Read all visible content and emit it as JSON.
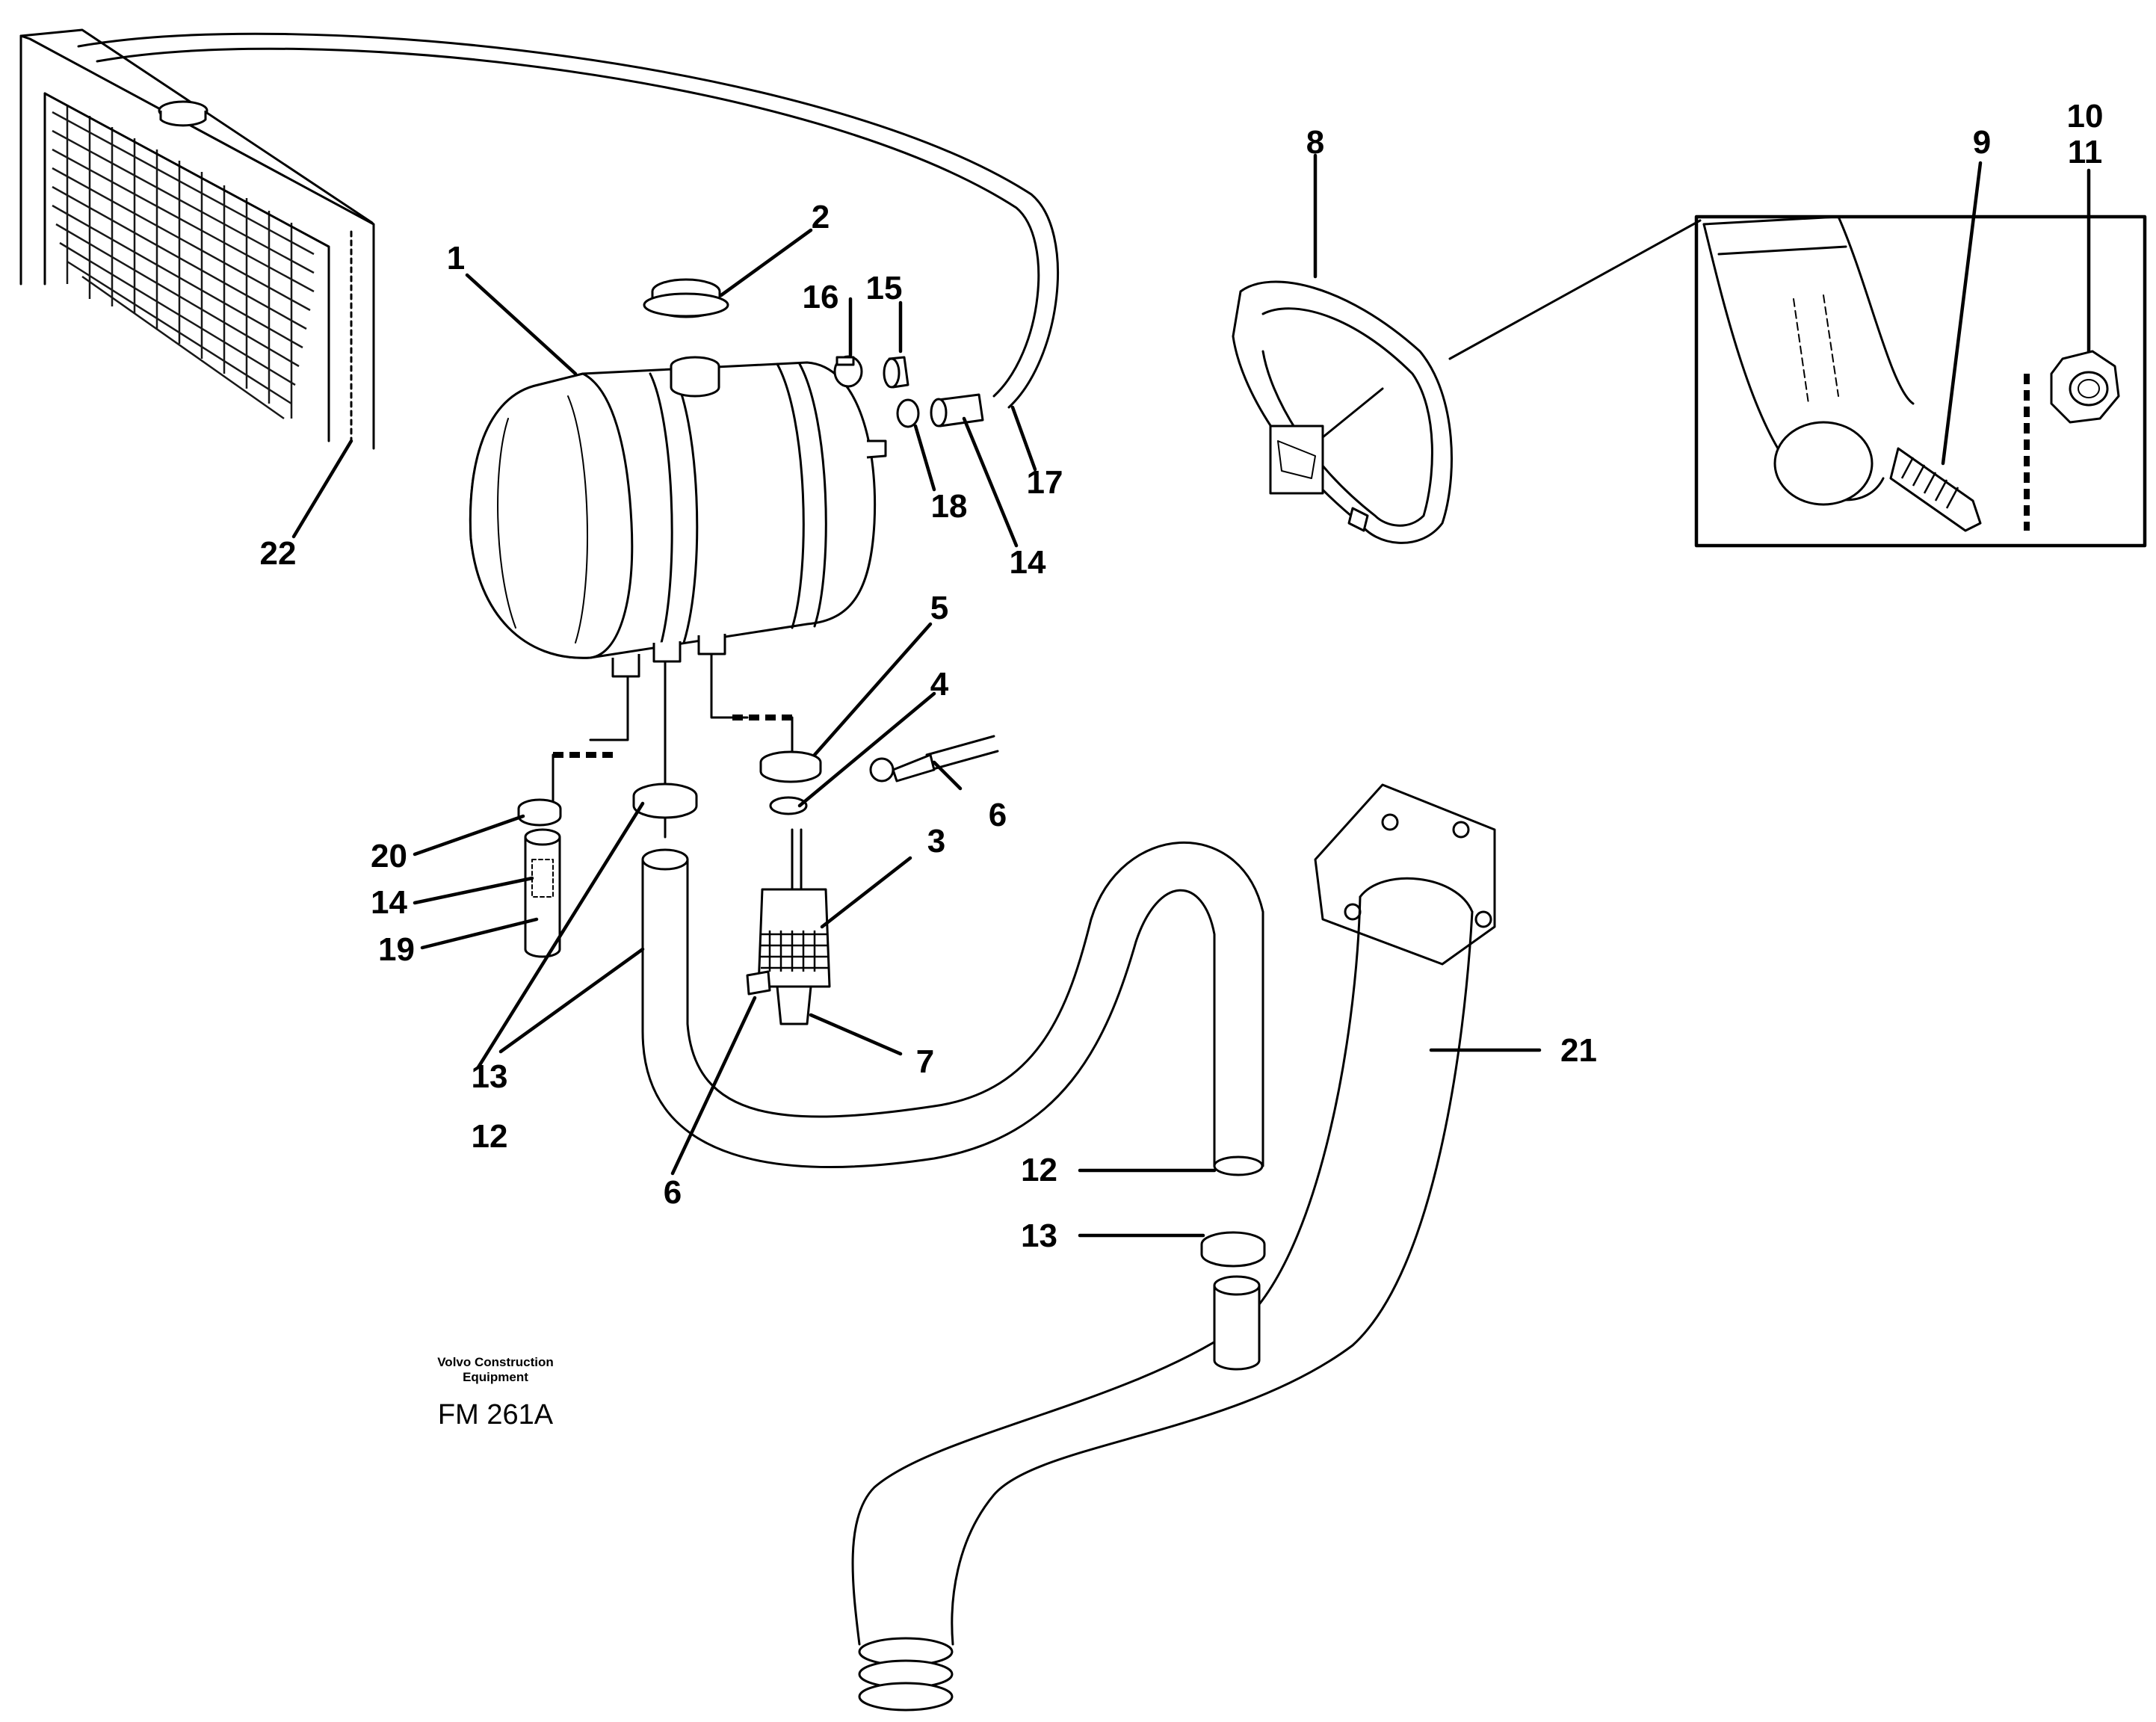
{
  "diagram": {
    "callouts": {
      "c1": "1",
      "c2": "2",
      "c3": "3",
      "c4": "4",
      "c5": "5",
      "c6a": "6",
      "c6b": "6",
      "c7": "7",
      "c8": "8",
      "c9": "9",
      "c10": "10",
      "c11": "11",
      "c12a": "12",
      "c12b": "12",
      "c13a": "13",
      "c13b": "13",
      "c14a": "14",
      "c14b": "14",
      "c15": "15",
      "c16": "16",
      "c17": "17",
      "c18": "18",
      "c19": "19",
      "c20": "20",
      "c21": "21",
      "c22": "22"
    },
    "caption": {
      "company_line1": "Volvo Construction",
      "company_line2": "Equipment",
      "figure_code": "FM 261A"
    }
  }
}
